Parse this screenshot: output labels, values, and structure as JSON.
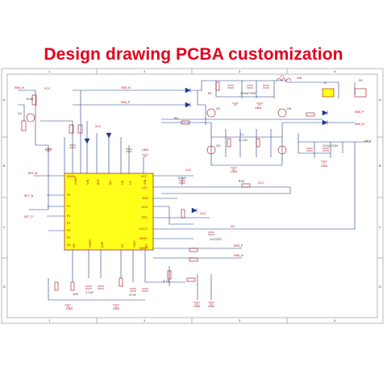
{
  "title": "Design drawing PCBA customization",
  "frame": {
    "rows": [
      "A",
      "B",
      "C",
      "D"
    ],
    "cols": [
      "1",
      "2",
      "3",
      "4"
    ]
  },
  "ic": {
    "name": "U1",
    "pins_left": [
      "SNSN",
      "P0",
      "P1",
      "P2",
      "P3",
      "NC",
      "P4",
      "P5",
      "NC"
    ],
    "pins_right": [
      "VCC",
      "LX2",
      "SW2",
      "EG2",
      "RT2",
      "VCC2",
      "SNSP",
      "SNSN",
      "VT"
    ],
    "pins_top": [
      "VSNS",
      "VIN",
      "BST",
      "BG",
      "UG",
      "LX",
      "VIN"
    ],
    "pins_bottom": [
      "FB",
      "VREG",
      "ILIM",
      "SS",
      "CDIV",
      "RT"
    ]
  },
  "nets": {
    "sns_n": "SNS_N",
    "sns_p": "SNS_P",
    "vcc": "VCC",
    "gnd": "GND",
    "vin": "VIN",
    "vout": "Vout",
    "vo": "VO",
    "key": "KEY_N",
    "set_n": "SET_N",
    "set_p": "SET_P"
  },
  "parts": {
    "q1": "Q1",
    "q2": "Q2",
    "q3": "Q3",
    "q4": "Q4",
    "r_top": "R2",
    "r_mid": "R8",
    "r_sense": "R35",
    "l1": "L1",
    "l1_val": "4.7uH",
    "c_bulk": "220uF/35V",
    "c_out": "220uF/25V",
    "d_out": "D1",
    "fuse": "F1",
    "conn": "J1",
    "res_a": "100K",
    "res_b": "10K",
    "res_c": "4.7K",
    "cap_a": "1uF/25V",
    "cap_b": "100nF",
    "cap_c": "47nF",
    "cap_d": "2.2nF"
  }
}
